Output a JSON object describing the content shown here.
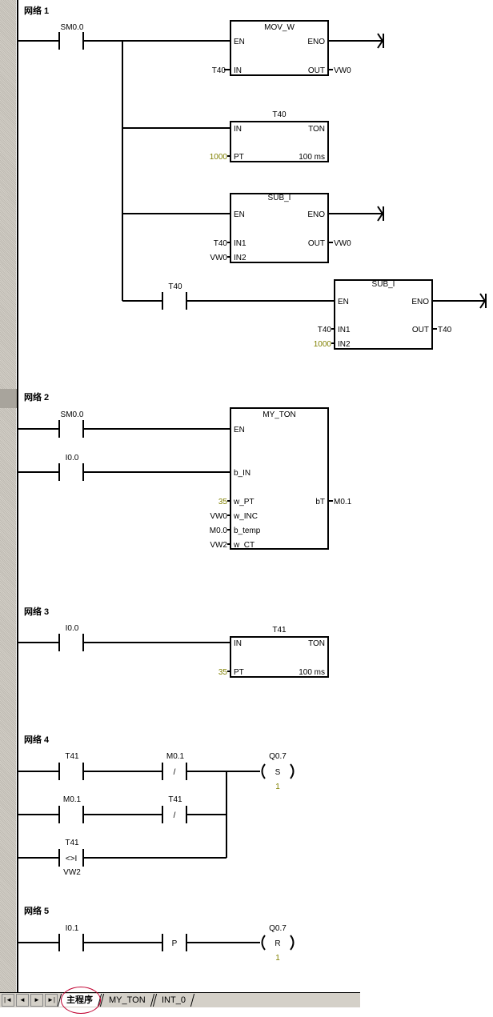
{
  "networks": [
    {
      "label": "网络 1",
      "contact": "SM0.0",
      "mov": {
        "title": "MOV_W",
        "en": "EN",
        "eno": "ENO",
        "in": "IN",
        "out": "OUT",
        "in_val": "T40",
        "out_val": "VW0"
      },
      "ton": {
        "title": "T40",
        "in": "IN",
        "type": "TON",
        "pt": "PT",
        "pt_val": "1000",
        "base": "100 ms"
      },
      "sub1": {
        "title": "SUB_I",
        "en": "EN",
        "eno": "ENO",
        "in1": "IN1",
        "in2": "IN2",
        "out": "OUT",
        "in1_val": "T40",
        "in2_val": "VW0",
        "out_val": "VW0"
      },
      "contact2": "T40",
      "sub2": {
        "title": "SUB_I",
        "en": "EN",
        "eno": "ENO",
        "in1": "IN1",
        "in2": "IN2",
        "out": "OUT",
        "in1_val": "T40",
        "in2_val": "1000",
        "out_val": "T40"
      }
    },
    {
      "label": "网络 2",
      "contact1": "SM0.0",
      "contact2": "I0.0",
      "box": {
        "title": "MY_TON",
        "en": "EN",
        "b_in": "b_IN",
        "w_pt": "w_PT",
        "w_inc": "w_INC",
        "b_temp": "b_temp",
        "w_ct": "w_CT",
        "bt": "bT",
        "w_pt_val": "35",
        "w_inc_val": "VW0",
        "b_temp_val": "M0.0",
        "w_ct_val": "VW2",
        "bt_val": "M0.1"
      }
    },
    {
      "label": "网络 3",
      "contact": "I0.0",
      "ton": {
        "title": "T41",
        "in": "IN",
        "type": "TON",
        "pt": "PT",
        "pt_val": "35",
        "base": "100 ms"
      }
    },
    {
      "label": "网络 4",
      "r1c1": "T41",
      "r1c2": "M0.1",
      "r2c1": "M0.1",
      "r2c2": "T41",
      "r3c1": "T41",
      "r3cmp": "<>I",
      "r3c1b": "VW2",
      "nc": "/",
      "coil": "Q0.7",
      "coil_op": "S",
      "coil_n": "1"
    },
    {
      "label": "网络 5",
      "contact": "I0.1",
      "p": "P",
      "coil": "Q0.7",
      "coil_op": "R",
      "coil_n": "1"
    }
  ],
  "tabs": {
    "nav": [
      "|◄",
      "◄",
      "►",
      "►|"
    ],
    "items": [
      "主程序",
      "MY_TON",
      "INT_0"
    ],
    "active": 0
  }
}
